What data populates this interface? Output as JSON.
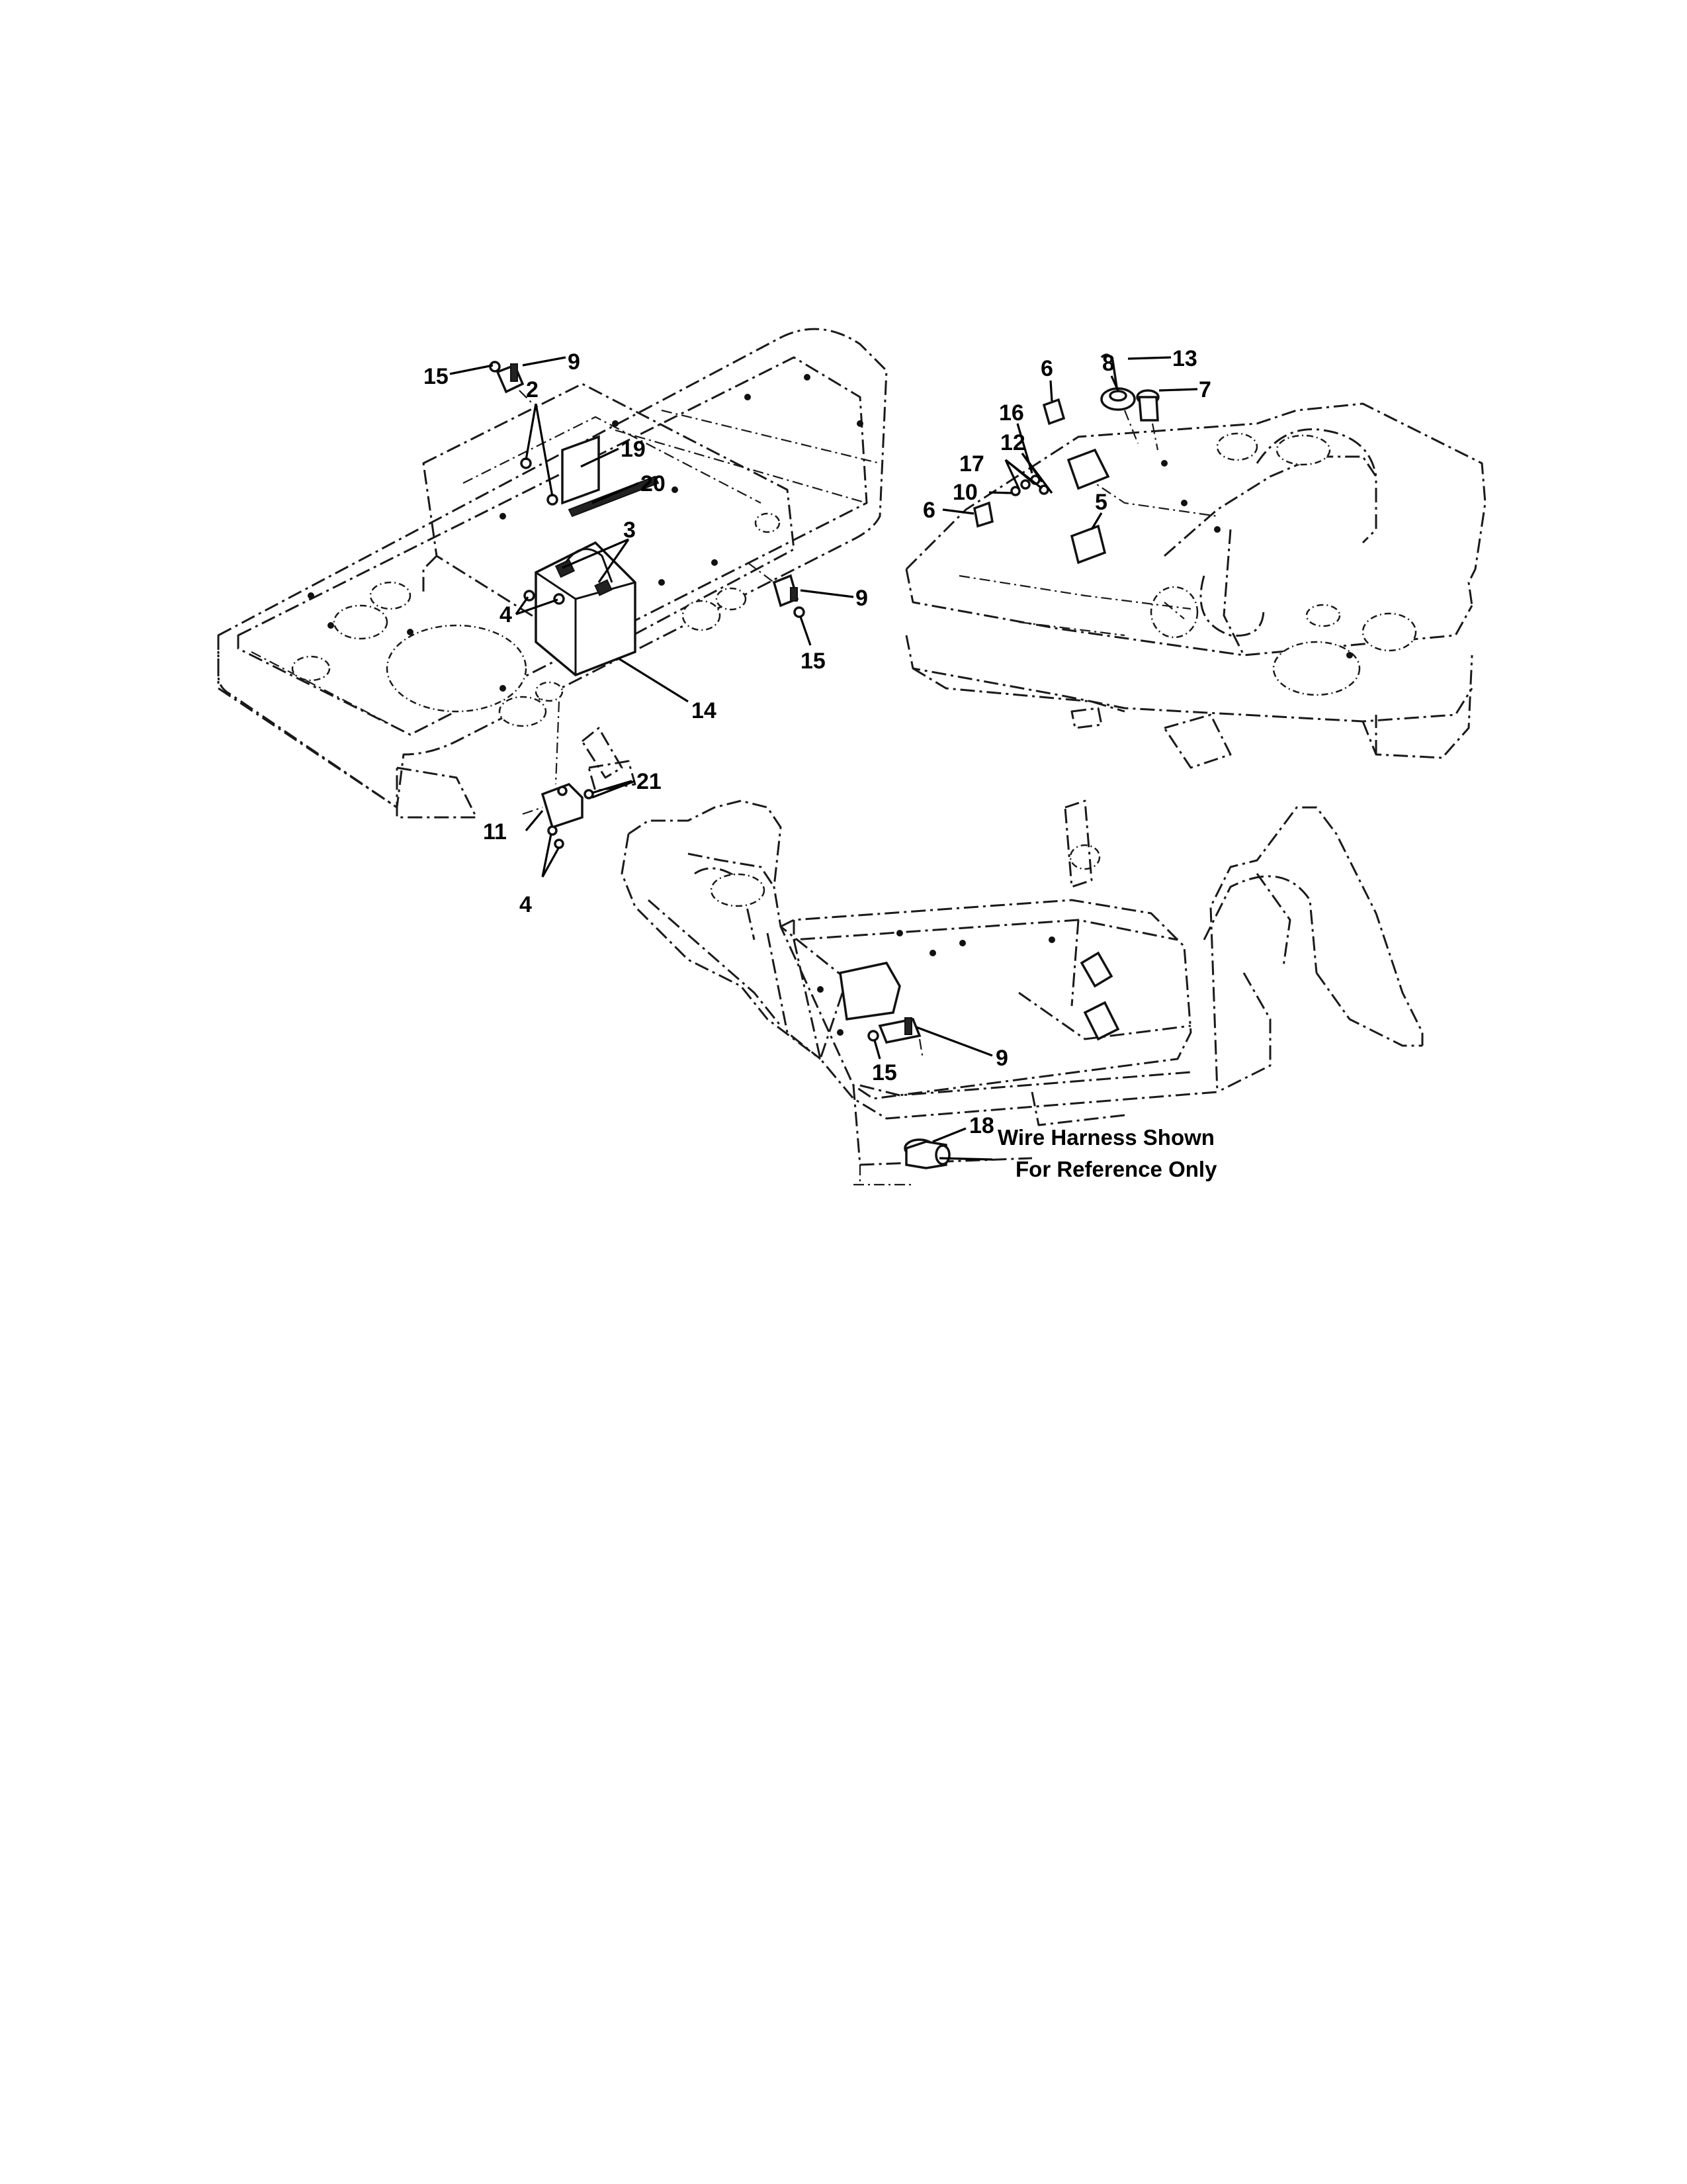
{
  "callouts": {
    "c15a": "15",
    "c9a": "9",
    "c2": "2",
    "c19": "19",
    "c20": "20",
    "c3": "3",
    "c4a": "4",
    "c9b": "9",
    "c15b": "15",
    "c14": "14",
    "c21": "21",
    "c11": "11",
    "c4b": "4",
    "c6a": "6",
    "c8": "8",
    "c13": "13",
    "c7": "7",
    "c16": "16",
    "c12": "12",
    "c17": "17",
    "c10": "10",
    "c6b": "6",
    "c5": "5",
    "c9c": "9",
    "c15c": "15",
    "c18": "18"
  },
  "note": {
    "line1": "Wire Harness Shown",
    "line2": "For Reference Only"
  }
}
